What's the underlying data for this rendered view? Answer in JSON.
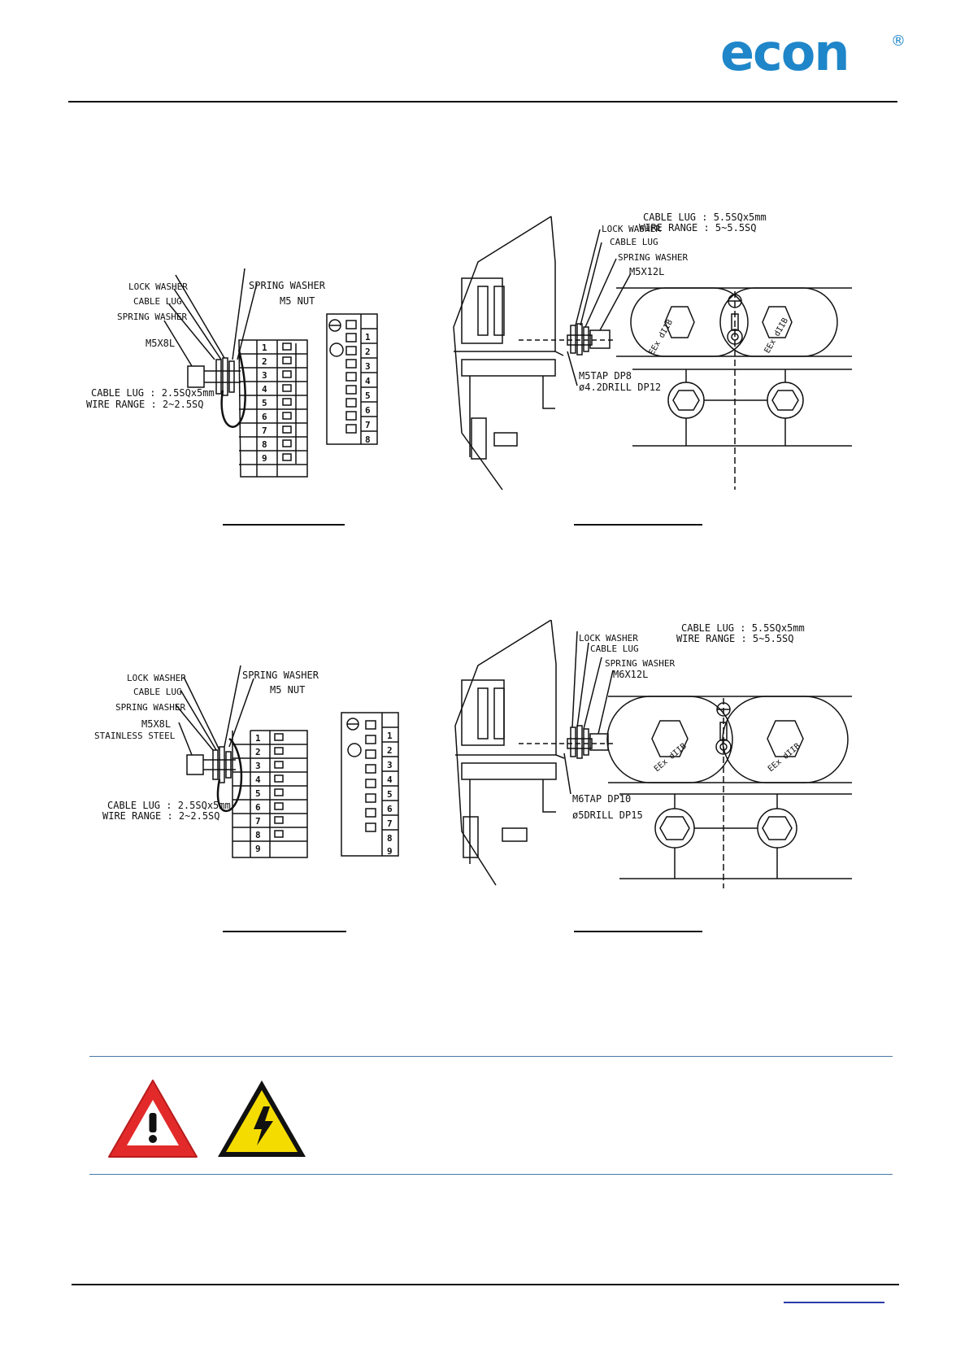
{
  "logo": {
    "text": "econ",
    "registered": "®",
    "color": "#1f86c9"
  },
  "figures": {
    "fig1": {
      "lock_washer": "LOCK WASHER",
      "cable_lug": "CABLE LUG",
      "spring_washer_left": "SPRING WASHER",
      "spring_washer": "SPRING WASHER",
      "nut": "M5 NUT",
      "bolt": "M5X8L",
      "lug_spec": "CABLE LUG : 2.5SQx5mm",
      "wire_range": "WIRE RANGE : 2~2.5SQ",
      "terminals": [
        "1",
        "2",
        "3",
        "4",
        "5",
        "6",
        "7",
        "8",
        "9"
      ]
    },
    "fig2": {
      "lug_spec": "CABLE LUG : 5.5SQx5mm",
      "wire_range": "WIRE RANGE : 5~5.5SQ",
      "lock_washer": "LOCK WASHER",
      "cable_lug": "CABLE LUG",
      "spring_washer": "SPRING WASHER",
      "bolt": "M5X12L",
      "tap": "M5TAP DP8",
      "drill": "ø4.2DRILL DP12",
      "marking": "EEx dIIB"
    },
    "fig3": {
      "lock_washer": "LOCK WASHER",
      "cable_lug": "CABLE LUG",
      "spring_washer_left": "SPRING WASHER",
      "spring_washer": "SPRING WASHER",
      "nut": "M5 NUT",
      "bolt": "M5X8L",
      "bolt_material": "STAINLESS STEEL",
      "lug_spec": "CABLE LUG : 2.5SQx5mm",
      "wire_range": "WIRE RANGE : 2~2.5SQ",
      "terminals": [
        "1",
        "2",
        "3",
        "4",
        "5",
        "6",
        "7",
        "8",
        "9"
      ]
    },
    "fig4": {
      "lug_spec": "CABLE LUG : 5.5SQx5mm",
      "wire_range": "WIRE RANGE : 5~5.5SQ",
      "lock_washer": "LOCK WASHER",
      "cable_lug": "CABLE LUG",
      "spring_washer": "SPRING WASHER",
      "bolt": "M6X12L",
      "tap": "M6TAP DP10",
      "drill": "ø5DRILL DP15",
      "marking": "EEx dIIB"
    }
  },
  "warnings": {
    "general_icon": "warning-triangle-icon",
    "electric_icon": "high-voltage-icon",
    "general_color": "#e32a2a",
    "electric_color": "#f5dc00"
  }
}
